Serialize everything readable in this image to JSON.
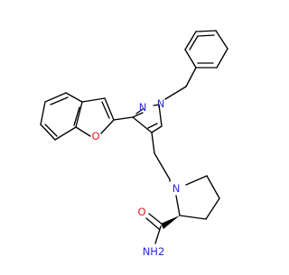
{
  "molecule": {
    "atom_labels": {
      "n_pyrazole_1": "N",
      "n_pyrazole_2": "N",
      "o_furan": "O",
      "n_pyrrolidine": "N",
      "o_carbonyl": "O",
      "nh2_amide": "NH2"
    },
    "colors": {
      "nitrogen": "#2c2cd8",
      "oxygen": "#e8191b",
      "bond": "#000000"
    }
  }
}
